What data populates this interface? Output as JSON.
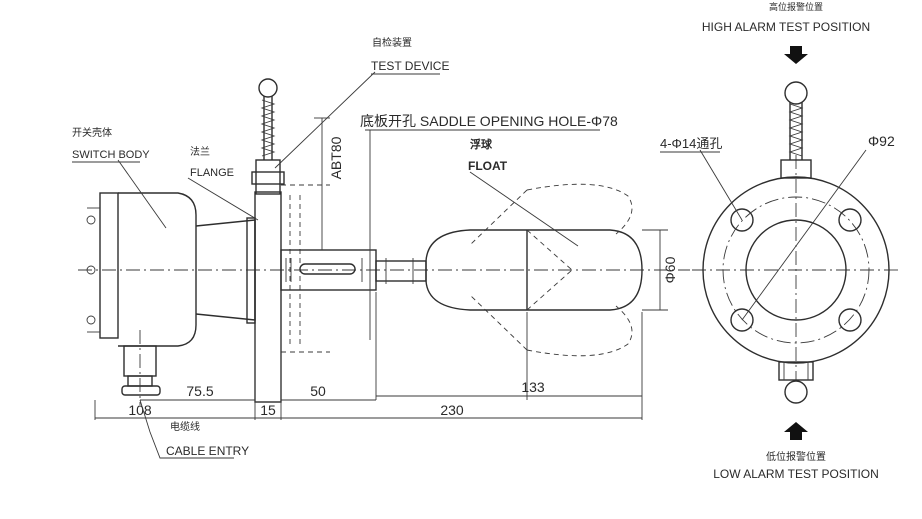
{
  "labels": {
    "test_device_cn": "自检装置",
    "test_device_en": "TEST DEVICE",
    "saddle_hole": "底板开孔 SADDLE OPENING HOLE-Φ78",
    "switch_body_cn": "开关壳体",
    "switch_body_en": "SWITCH BODY",
    "flange_cn": "法兰",
    "flange_en": "FLANGE",
    "float_cn": "浮球",
    "float_en": "FLOAT",
    "cable_cn": "电缆线",
    "cable_en": "CABLE ENTRY",
    "high_alarm_cn": "高位报警位置",
    "high_alarm_en": "HIGH ALARM TEST POSITION",
    "low_alarm_cn": "低位报警位置",
    "low_alarm_en": "LOW ALARM TEST POSITION",
    "holes": "4-Φ14通孔",
    "dia_92": "Φ92",
    "dia_60": "Φ60"
  },
  "dimensions": {
    "abt80": "ABT80",
    "d75_5": "75.5",
    "d108": "108",
    "d15": "15",
    "d50": "50",
    "d133": "133",
    "d230": "230"
  }
}
